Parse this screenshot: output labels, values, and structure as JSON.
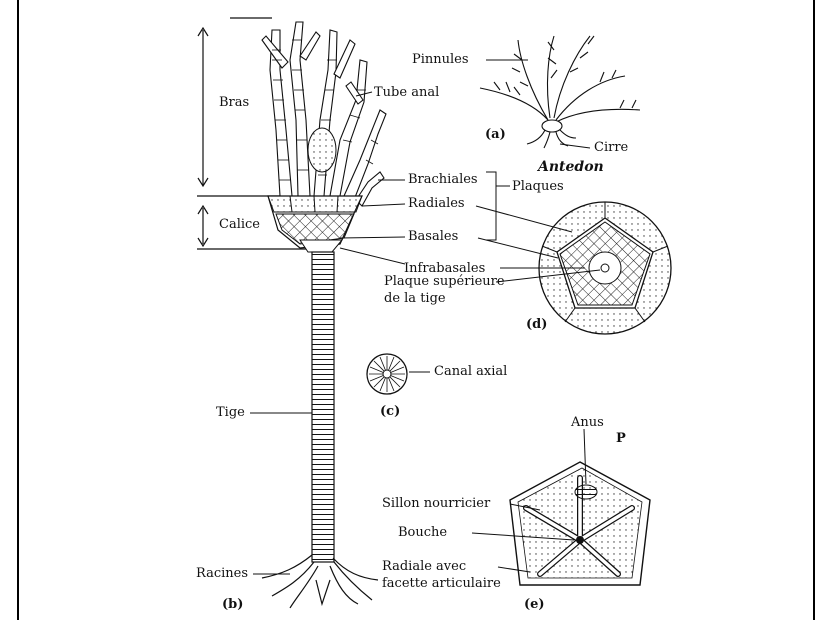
{
  "labels": {
    "bras": "Bras",
    "calice": "Calice",
    "tige": "Tige",
    "racines": "Racines",
    "pinnules": "Pinnules",
    "tube_anal": "Tube anal",
    "brachiales": "Brachiales",
    "radiales": "Radiales",
    "basales": "Basales",
    "plaques": "Plaques",
    "infrabasales": "Infrabasales",
    "plaque_superieure_1": "Plaque supérieure",
    "plaque_superieure_2": "de la tige",
    "cirre": "Cirre",
    "antedon": "Antedon",
    "canal_axial": "Canal axial",
    "anus": "Anus",
    "p": "P",
    "sillon_nourricier": "Sillon nourricier",
    "bouche": "Bouche",
    "radiale_avec_1": "Radiale avec",
    "radiale_avec_2": "facette articulaire"
  },
  "captions": {
    "a": "(a)",
    "b": "(b)",
    "c": "(c)",
    "d": "(d)",
    "e": "(e)"
  }
}
